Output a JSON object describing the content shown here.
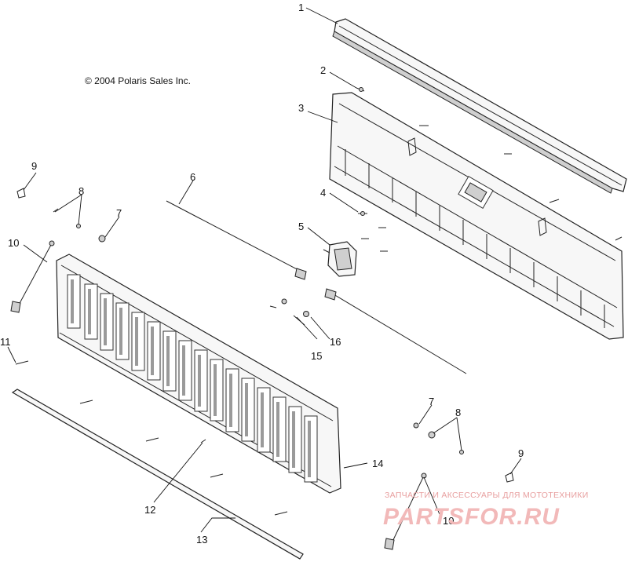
{
  "copyright": "© 2004 Polaris Sales Inc.",
  "callouts": [
    {
      "id": "c1",
      "label": "1"
    },
    {
      "id": "c2",
      "label": "2"
    },
    {
      "id": "c3",
      "label": "3"
    },
    {
      "id": "c4",
      "label": "4"
    },
    {
      "id": "c5",
      "label": "5"
    },
    {
      "id": "c6",
      "label": "6"
    },
    {
      "id": "c7a",
      "label": "7"
    },
    {
      "id": "c7b",
      "label": "7"
    },
    {
      "id": "c8a",
      "label": "8"
    },
    {
      "id": "c8b",
      "label": "8"
    },
    {
      "id": "c9a",
      "label": "9"
    },
    {
      "id": "c9b",
      "label": "9"
    },
    {
      "id": "c10a",
      "label": "10"
    },
    {
      "id": "c10b",
      "label": "10"
    },
    {
      "id": "c11",
      "label": "11"
    },
    {
      "id": "c12",
      "label": "12"
    },
    {
      "id": "c13",
      "label": "13"
    },
    {
      "id": "c14",
      "label": "14"
    },
    {
      "id": "c15",
      "label": "15"
    },
    {
      "id": "c16",
      "label": "16"
    }
  ],
  "watermark": {
    "tagline": "ЗАПЧАСТИ И АКСЕССУАРЫ ДЛЯ МОТОТЕХНИКИ",
    "brand": "PARTSFOR.RU",
    "color": "#f2b9b9"
  }
}
